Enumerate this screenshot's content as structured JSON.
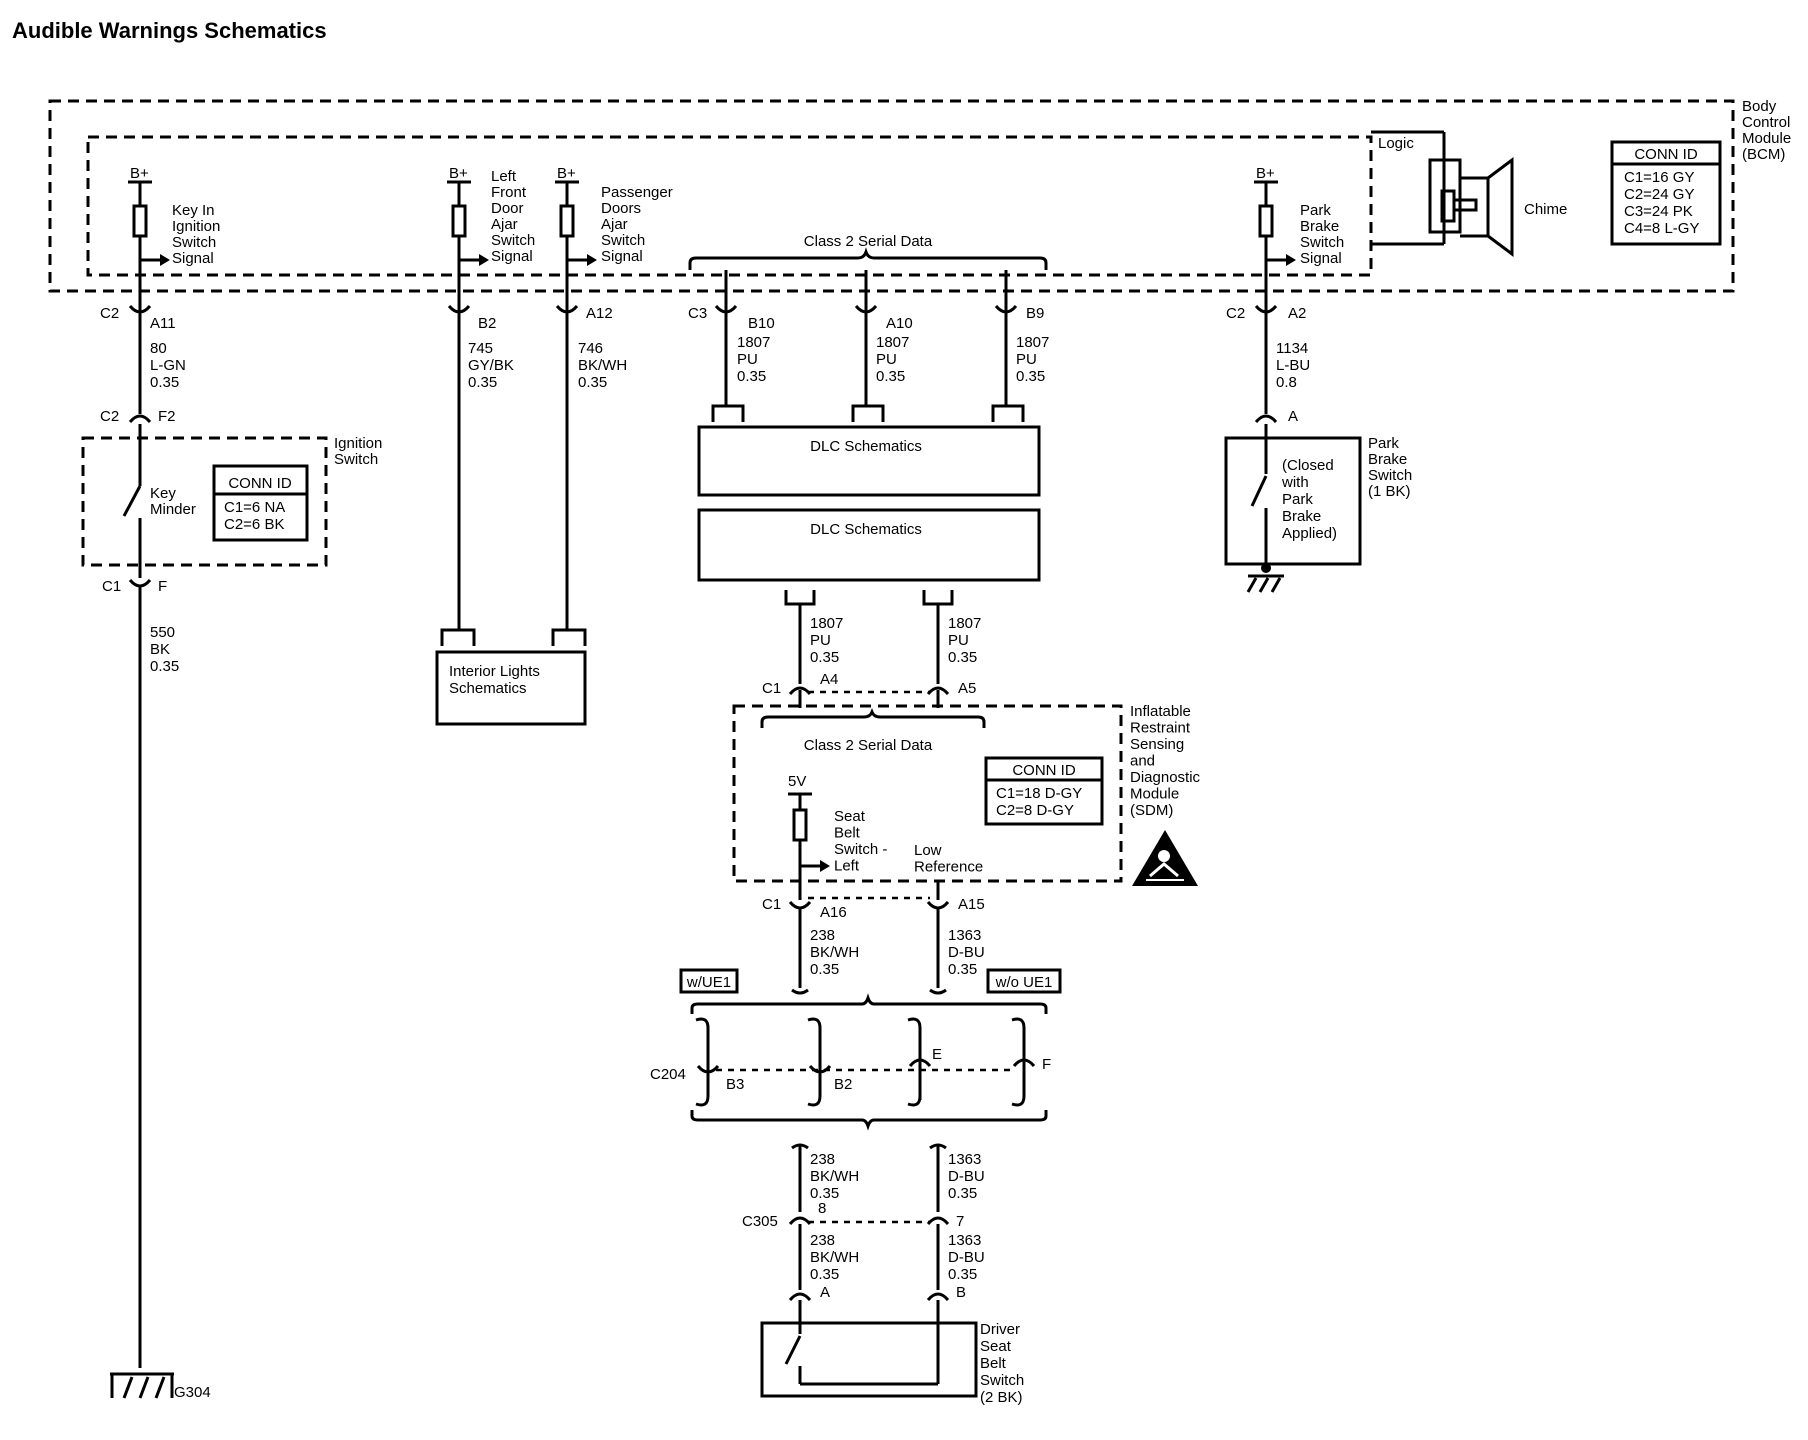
{
  "title": "Audible Warnings Schematics",
  "bcm": {
    "name": [
      "Body",
      "Control",
      "Module",
      "(BCM)"
    ],
    "logic": "Logic",
    "chime": "Chime",
    "conn_id_title": "CONN ID",
    "conn_ids": [
      "C1=16 GY",
      "C2=24 GY",
      "C3=24 PK",
      "C4=8 L-GY"
    ],
    "class2": "Class 2 Serial Data",
    "supply": "B+",
    "signals": {
      "key_in": [
        "Key In",
        "Ignition",
        "Switch",
        "Signal"
      ],
      "left_front_door": [
        "Left",
        "Front",
        "Door",
        "Ajar",
        "Switch",
        "Signal"
      ],
      "passenger_doors": [
        "Passenger",
        "Doors",
        "Ajar",
        "Switch",
        "Signal"
      ],
      "park_brake": [
        "Park",
        "Brake",
        "Switch",
        "Signal"
      ]
    }
  },
  "connectors": {
    "c2_a11": [
      "C2",
      "A11"
    ],
    "b2": "B2",
    "a12": "A12",
    "c3_b10": [
      "C3",
      "B10"
    ],
    "a10": "A10",
    "b9": "B9",
    "c2_a2": [
      "C2",
      "A2"
    ],
    "c2_f2": [
      "C2",
      "F2"
    ],
    "c1_f": [
      "C1",
      "F"
    ],
    "a_park": "A",
    "sdm_c1_a4": [
      "C1",
      "A4"
    ],
    "sdm_a5": "A5",
    "sdm_c1_a16": [
      "C1",
      "A16"
    ],
    "sdm_a15": "A15",
    "c204": [
      "C204",
      "B3",
      "B2",
      "E",
      "F"
    ],
    "c305": [
      "C305",
      "8",
      "7"
    ],
    "driver_ab": [
      "A",
      "B"
    ]
  },
  "wires": {
    "w80": [
      "80",
      "L-GN",
      "0.35"
    ],
    "w745": [
      "745",
      "GY/BK",
      "0.35"
    ],
    "w746": [
      "746",
      "BK/WH",
      "0.35"
    ],
    "w1807_1": [
      "1807",
      "PU",
      "0.35"
    ],
    "w1807_2": [
      "1807",
      "PU",
      "0.35"
    ],
    "w1807_3": [
      "1807",
      "PU",
      "0.35"
    ],
    "w1134": [
      "1134",
      "L-BU",
      "0.8"
    ],
    "w550": [
      "550",
      "BK",
      "0.35"
    ],
    "w1807_4": [
      "1807",
      "PU",
      "0.35"
    ],
    "w1807_5": [
      "1807",
      "PU",
      "0.35"
    ],
    "w238_1": [
      "238",
      "BK/WH",
      "0.35"
    ],
    "w1363_1": [
      "1363",
      "D-BU",
      "0.35"
    ],
    "w238_2": [
      "238",
      "BK/WH",
      "0.35"
    ],
    "w1363_2": [
      "1363",
      "D-BU",
      "0.35"
    ],
    "w238_3": [
      "238",
      "BK/WH",
      "0.35"
    ],
    "w1363_3": [
      "1363",
      "D-BU",
      "0.35"
    ]
  },
  "ignition_switch": {
    "name": [
      "Ignition",
      "Switch"
    ],
    "key_minder": [
      "Key",
      "Minder"
    ],
    "conn_id_title": "CONN ID",
    "conn_ids": [
      "C1=6 NA",
      "C2=6 BK"
    ]
  },
  "park_brake_switch": {
    "name": [
      "Park",
      "Brake",
      "Switch",
      "(1 BK)"
    ],
    "note": [
      "(Closed",
      "with",
      "Park",
      "Brake",
      "Applied)"
    ]
  },
  "dlc_1": "DLC Schematics",
  "dlc_2": "DLC Schematics",
  "interior_lights": [
    "Interior Lights",
    "Schematics"
  ],
  "sdm": {
    "name": [
      "Inflatable",
      "Restraint",
      "Sensing",
      "and",
      "Diagnostic",
      "Module",
      "(SDM)"
    ],
    "class2": "Class 2 Serial Data",
    "conn_id_title": "CONN ID",
    "conn_ids": [
      "C1=18 D-GY",
      "C2=8 D-GY"
    ],
    "supply": "5V",
    "seat_belt": [
      "Seat",
      "Belt",
      "Switch -",
      "Left"
    ],
    "low_ref": [
      "Low",
      "Reference"
    ]
  },
  "options": {
    "with": "w/UE1",
    "without": "w/o UE1"
  },
  "driver_seat_belt_switch": [
    "Driver",
    "Seat",
    "Belt",
    "Switch",
    "(2 BK)"
  ],
  "ground": "G304"
}
